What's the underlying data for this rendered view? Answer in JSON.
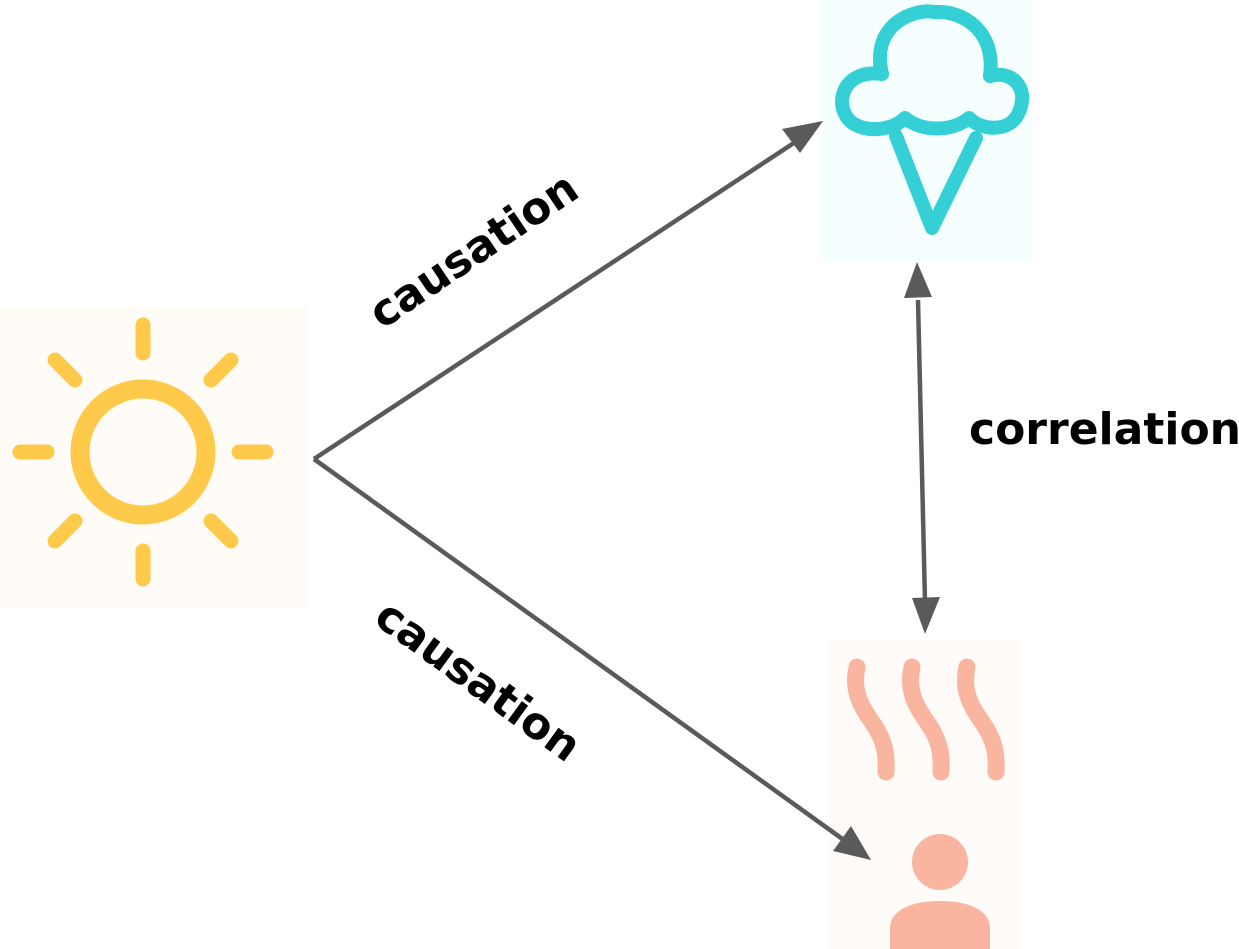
{
  "nodes": {
    "sun": {
      "icon": "sun-icon",
      "color": "#FFC94A"
    },
    "ice_cream": {
      "icon": "ice-cream-icon",
      "color": "#35D0D6"
    },
    "heat": {
      "icon": "overheated-person-icon",
      "color": "#FAB5A0"
    }
  },
  "edges": {
    "sun_to_ice_cream": {
      "label": "causation"
    },
    "sun_to_heat": {
      "label": "causation"
    },
    "ice_cream_heat": {
      "label": "correlation"
    }
  },
  "colors": {
    "arrow": "#5A5A5A",
    "label": "#000000"
  }
}
